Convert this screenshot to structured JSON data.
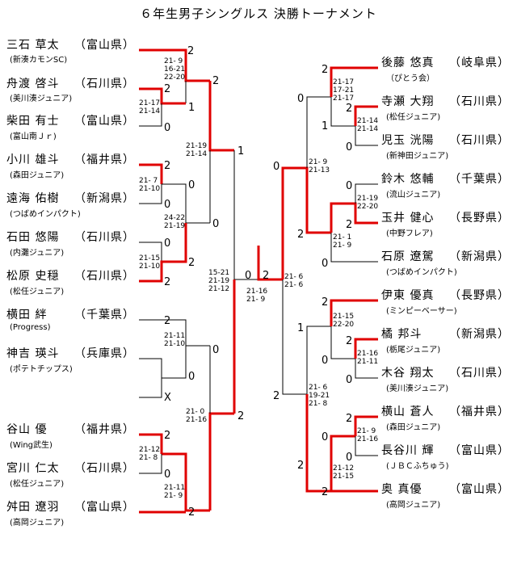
{
  "title": "６年生男子シングルス 決勝トーナメント",
  "left_players": [
    {
      "name": "三石 草太",
      "pref": "（富山県）",
      "club": "(新湊カモンSC)"
    },
    {
      "name": "舟渡 啓斗",
      "pref": "（石川県）",
      "club": "(美川湊ジュニア)"
    },
    {
      "name": "柴田 有士",
      "pref": "（富山県）",
      "club": "(富山南Ｊｒ)"
    },
    {
      "name": "小川 雄斗",
      "pref": "（福井県）",
      "club": "(森田ジュニア)"
    },
    {
      "name": "遠海 佑樹",
      "pref": "（新潟県）",
      "club": "(つばめインパクト)"
    },
    {
      "name": "石田 悠陽",
      "pref": "（石川県）",
      "club": "(内灘ジュニア)"
    },
    {
      "name": "松原 史穏",
      "pref": "（石川県）",
      "club": "(松任ジュニア)"
    },
    {
      "name": "横田 絆",
      "pref": "（千葉県）",
      "club": "(Progress)"
    },
    {
      "name": "神吉 瑛斗",
      "pref": "（兵庫県）",
      "club": "(ポテトチップス)"
    },
    {
      "name": "谷山 優",
      "pref": "（福井県）",
      "club": "(Wing武生)"
    },
    {
      "name": "宮川 仁太",
      "pref": "（石川県）",
      "club": "(松任ジュニア)"
    },
    {
      "name": "舛田 遼羽",
      "pref": "（富山県）",
      "club": "(高岡ジュニア)"
    }
  ],
  "right_players": [
    {
      "name": "後藤 悠真",
      "pref": "（岐阜県）",
      "club": "（ぴとう会）"
    },
    {
      "name": "寺瀬 大翔",
      "pref": "（石川県）",
      "club": "(松任ジュニア)"
    },
    {
      "name": "児玉 洸陽",
      "pref": "（石川県）",
      "club": "(新神田ジュニア)"
    },
    {
      "name": "鈴木 悠輔",
      "pref": "（千葉県）",
      "club": "(流山ジュニア)"
    },
    {
      "name": "玉井 健心",
      "pref": "（長野県）",
      "club": "(中野フレア)"
    },
    {
      "name": "石原 遼駕",
      "pref": "（新潟県）",
      "club": "(つばめインパクト)"
    },
    {
      "name": "伊東 優真",
      "pref": "（長野県）",
      "club": "(ミンピーベーサー)"
    },
    {
      "name": "橘 邦斗",
      "pref": "（新潟県）",
      "club": "(栃尾ジュニア)"
    },
    {
      "name": "木谷 翔太",
      "pref": "（石川県）",
      "club": "(美川湊ジュニア)"
    },
    {
      "name": "横山 蒼人",
      "pref": "（福井県）",
      "club": "(森田ジュニア)"
    },
    {
      "name": "長谷川 輝",
      "pref": "（富山県）",
      "club": "(ＪＢＣふちゅう)"
    },
    {
      "name": "奥 真優",
      "pref": "（富山県）",
      "club": "(高岡ジュニア)"
    }
  ],
  "scores": {
    "L1a": "2",
    "L1b": "2",
    "L1c": "1",
    "L1d": "0",
    "L2a": "2",
    "L2b": "0",
    "L2c": "0",
    "L2d": "2",
    "L2e": "0",
    "L2f": "2",
    "L2g": "1",
    "L3a": "2",
    "L3b": "0",
    "L3c": "0",
    "L3d": "X",
    "L3e": "2",
    "L3f": "2",
    "L3g": "0",
    "L3h": "2",
    "C1": "0",
    "C2": "2",
    "R1a": "2",
    "R1b": "2",
    "R1c": "1",
    "R1d": "0",
    "R1e": "0",
    "R2a": "2",
    "R2b": "0",
    "R2c": "0",
    "R2d": "2",
    "R2e": "2",
    "R3a": "1",
    "R3b": "2",
    "R3c": "2",
    "R3d": "0",
    "R3e": "2",
    "R4a": "0",
    "R4b": "2",
    "R4c": "2"
  },
  "games": {
    "gL1a": [
      "21- 9",
      "16-21",
      "22-20"
    ],
    "gL1b": [
      "21-17",
      "21-14"
    ],
    "gL2a": [
      "21- 7",
      "21-10"
    ],
    "gL2b": [
      "24-22",
      "21-19"
    ],
    "gL2c": [
      "21-15",
      "21-10"
    ],
    "gL2d": [
      "21-19",
      "21-14"
    ],
    "gL3a": [
      "21-11",
      "21-10"
    ],
    "gL3b": [
      "21-12",
      "21- 8"
    ],
    "gL3c": [
      "21-11",
      "21- 9"
    ],
    "gL3d": [
      "21- 0",
      "21-16"
    ],
    "gLS": [
      "15-21",
      "21-19",
      "21-12"
    ],
    "gF": [
      "21-16",
      "21- 9"
    ],
    "gRS": [
      "21- 6",
      "21- 6"
    ],
    "gR1a": [
      "21-17",
      "17-21",
      "21-17"
    ],
    "gR1b": [
      "21-14",
      "21-14"
    ],
    "gR2a": [
      "21-19",
      "22-20"
    ],
    "gR2b": [
      "21- 1",
      "21- 9"
    ],
    "gR1q": [
      "21- 9",
      "21-13"
    ],
    "gR3a": [
      "21-15",
      "22-20"
    ],
    "gR3b": [
      "21-16",
      "21-11"
    ],
    "gR3q": [
      "21- 6",
      "19-21",
      "21- 8"
    ],
    "gR4a": [
      "21- 9",
      "21-16"
    ],
    "gR4b": [
      "21-12",
      "21-15"
    ]
  },
  "colors": {
    "winner_line": "#e00000",
    "line": "#000000"
  }
}
